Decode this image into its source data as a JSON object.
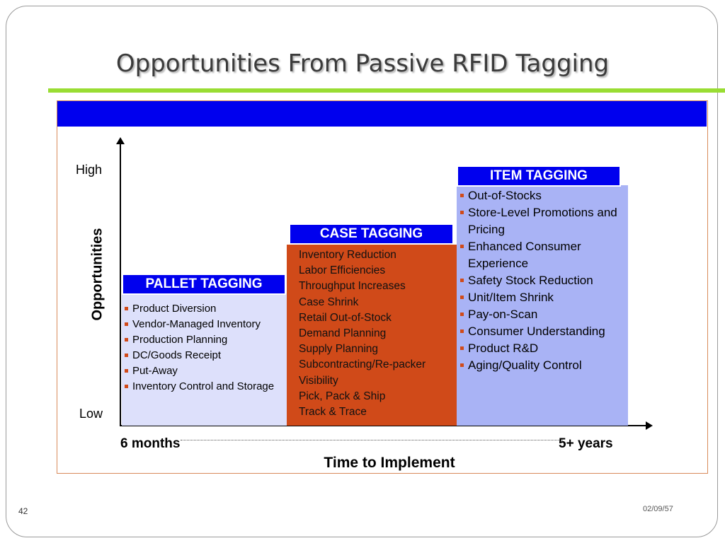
{
  "title": "Opportunities From Passive RFID Tagging",
  "axes": {
    "y_label": "Opportunities",
    "y_high": "High",
    "y_low": "Low",
    "x_label": "Time to Implement",
    "x_start": "6 months",
    "x_end": "5+ years"
  },
  "pallet": {
    "header": "PALLET TAGGING",
    "items": [
      "Product Diversion",
      "Vendor-Managed Inventory",
      "Production Planning",
      "DC/Goods Receipt",
      "Put-Away",
      "Inventory Control and Storage"
    ]
  },
  "case": {
    "header": "CASE TAGGING",
    "items": [
      "Inventory Reduction",
      "Labor Efficiencies",
      "Throughput Increases",
      "Case Shrink",
      "Retail Out-of-Stock",
      "Demand Planning",
      "Supply Planning",
      "Subcontracting/Re-packer Visibility",
      "Pick, Pack & Ship",
      "Track & Trace"
    ]
  },
  "item": {
    "header": "ITEM TAGGING",
    "items": [
      "Out-of-Stocks",
      "Store-Level Promotions and Pricing",
      "Enhanced Consumer Experience",
      "Safety Stock Reduction",
      "Unit/Item Shrink",
      "Pay-on-Scan",
      "Consumer Understanding",
      "Product R&D",
      "Aging/Quality Control"
    ]
  },
  "footer": {
    "slide_number": "42",
    "date": "02/09/57"
  },
  "colors": {
    "header_blue": "#0000ee",
    "pallet_fill": "#dde0fb",
    "case_fill": "#d04a19",
    "item_fill": "#a9b3f5",
    "accent_green": "#99dd33"
  }
}
